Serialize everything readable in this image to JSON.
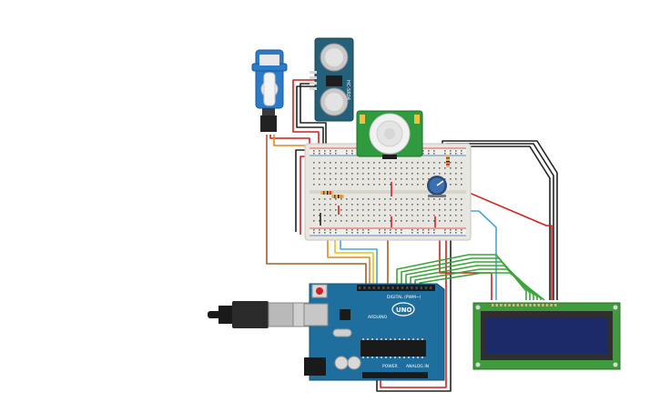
{
  "colors": {
    "background": "#ffffff",
    "arduino_board": "#1f6f9e",
    "breadboard": "#e8e6e0",
    "lcd_pcb": "#3f9b3c",
    "lcd_screen": "#1c2a6a",
    "sonar_board": "#24607a",
    "pir_board": "#2f9a3e",
    "servo_body": "#2c7bc7",
    "wire_red": "#d21f1f",
    "wire_black": "#222222",
    "wire_green": "#3aa63a",
    "wire_brown": "#a0602a",
    "wire_orange": "#e08a1e",
    "wire_yellow": "#e3c21a",
    "wire_blue": "#4aa6d8",
    "wire_gray": "#888888"
  },
  "components": {
    "arduino": {
      "logo_text": "UNO",
      "digital_label": "DIGITAL (PWM~)",
      "power_label": "POWER",
      "analog_label": "ANALOG IN",
      "brand_text": "ARDUINO"
    },
    "sonar": {
      "label": "HC-SR04"
    },
    "icons": {
      "arduino": "arduino-uno-board",
      "breadboard": "breadboard",
      "lcd": "lcd-16x2-display",
      "sonar": "ultrasonic-sensor",
      "pir": "pir-motion-sensor",
      "servo": "micro-servo",
      "usb": "usb-cable",
      "potentiometer": "potentiometer",
      "resistor": "resistor"
    }
  }
}
